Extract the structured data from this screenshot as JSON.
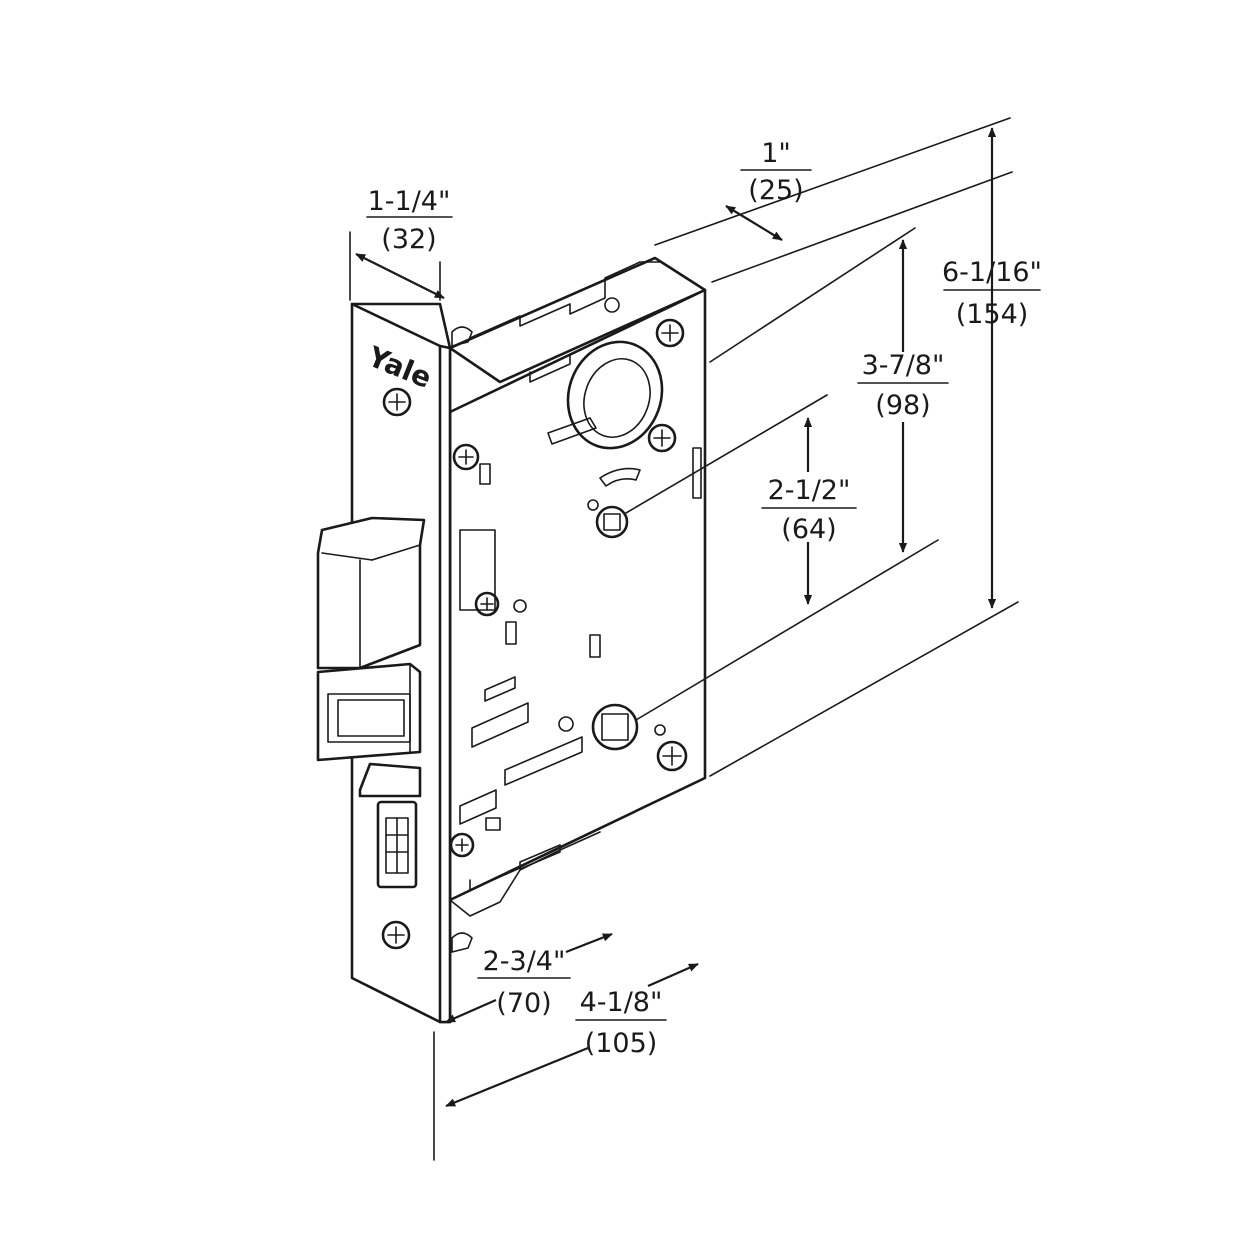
{
  "brand": "Yale",
  "dimensions": [
    {
      "id": "faceplate-width",
      "imperial": "1-1/4\"",
      "metric": "(32)"
    },
    {
      "id": "case-depth-step",
      "imperial": "1\"",
      "metric": "(25)"
    },
    {
      "id": "overall-height",
      "imperial": "6-1/16\"",
      "metric": "(154)"
    },
    {
      "id": "hub-to-bottom",
      "imperial": "3-7/8\"",
      "metric": "(98)"
    },
    {
      "id": "hub-spacing",
      "imperial": "2-1/2\"",
      "metric": "(64)"
    },
    {
      "id": "backset",
      "imperial": "2-3/4\"",
      "metric": "(70)"
    },
    {
      "id": "case-depth",
      "imperial": "4-1/8\"",
      "metric": "(105)"
    }
  ]
}
